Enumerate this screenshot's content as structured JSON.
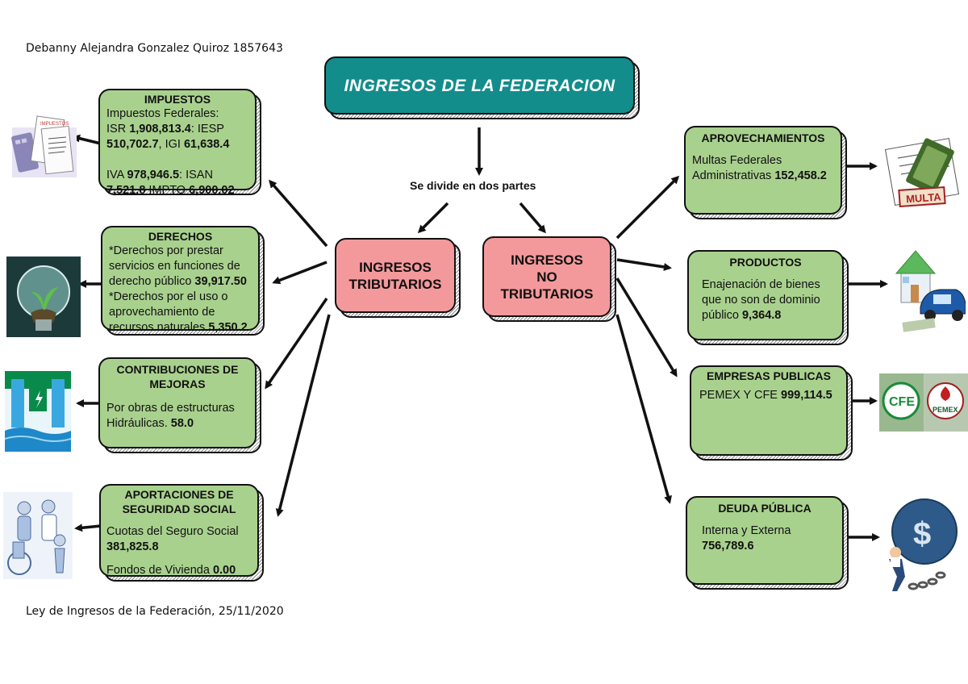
{
  "author": "Debanny Alejandra Gonzalez Quiroz 1857643",
  "footer": "Ley de Ingresos de la Federación, 25/11/2020",
  "main_title": "INGRESOS DE LA FEDERACION",
  "divide_label": "Se divide en dos partes",
  "tributarios": {
    "line1": "INGRESOS",
    "line2": "TRIBUTARIOS"
  },
  "no_tributarios": {
    "line1": "INGRESOS",
    "line2": "NO",
    "line3": "TRIBUTARIOS"
  },
  "impuestos": {
    "title": "IMPUESTOS",
    "l1": "Impuestos Federales:",
    "isr_label": "ISR ",
    "isr_value": "1,908,813.4",
    "iesp_label": ": IESP",
    "iesp_value": "510,702.7",
    "igi_label": ", IGI ",
    "igi_value": "61,638.4",
    "iva_label": "IVA ",
    "iva_value": "978,946.5",
    "isan_label": ": ISAN",
    "isan_value": "7,521.8",
    "impto_label": " IMPTO ",
    "impto_value": "6,900.02"
  },
  "derechos": {
    "title": "DERECHOS",
    "l1": "*Derechos por prestar",
    "l2": "servicios en funciones de",
    "l3": "derecho público ",
    "v1": "39,917.50",
    "l4": "*Derechos por el uso o",
    "l5": "aprovechamiento de",
    "l6": "recursos naturales ",
    "v2": "5,350.2"
  },
  "contribuciones": {
    "title1": "CONTRIBUCIONES DE",
    "title2": "MEJORAS",
    "l1": "Por obras de estructuras",
    "l2": "Hidráulicas. ",
    "value": "58.0"
  },
  "aportaciones": {
    "title1": "APORTACIONES DE",
    "title2": "SEGURIDAD SOCIAL",
    "l1": "Cuotas del Seguro Social",
    "v1": "381,825.8",
    "l2": "Fondos de Vivienda ",
    "v2": "0.00"
  },
  "aprovechamientos": {
    "title": "APROVECHAMIENTOS",
    "l1": "Multas Federales",
    "l2": "Administrativas ",
    "value": "152,458.2"
  },
  "productos": {
    "title": "PRODUCTOS",
    "l1": "Enajenación de bienes",
    "l2": "que no son de dominio",
    "l3": "público ",
    "value": "9,364.8"
  },
  "empresas": {
    "title": "EMPRESAS PUBLICAS",
    "l1": "PEMEX Y CFE ",
    "value": "999,114.5"
  },
  "deuda": {
    "title": "DEUDA PÚBLICA",
    "l1": "Interna y Externa",
    "value": "756,789.6"
  },
  "icons": {
    "multa_text": "MULTA",
    "cfe_text": "CFE",
    "pemex_text": "PEMEX",
    "impuestos_text": "IMPUESTOS",
    "dollar": "$"
  },
  "colors": {
    "teal": "#138c8c",
    "pink": "#f4999b",
    "green": "#a9d18e"
  }
}
